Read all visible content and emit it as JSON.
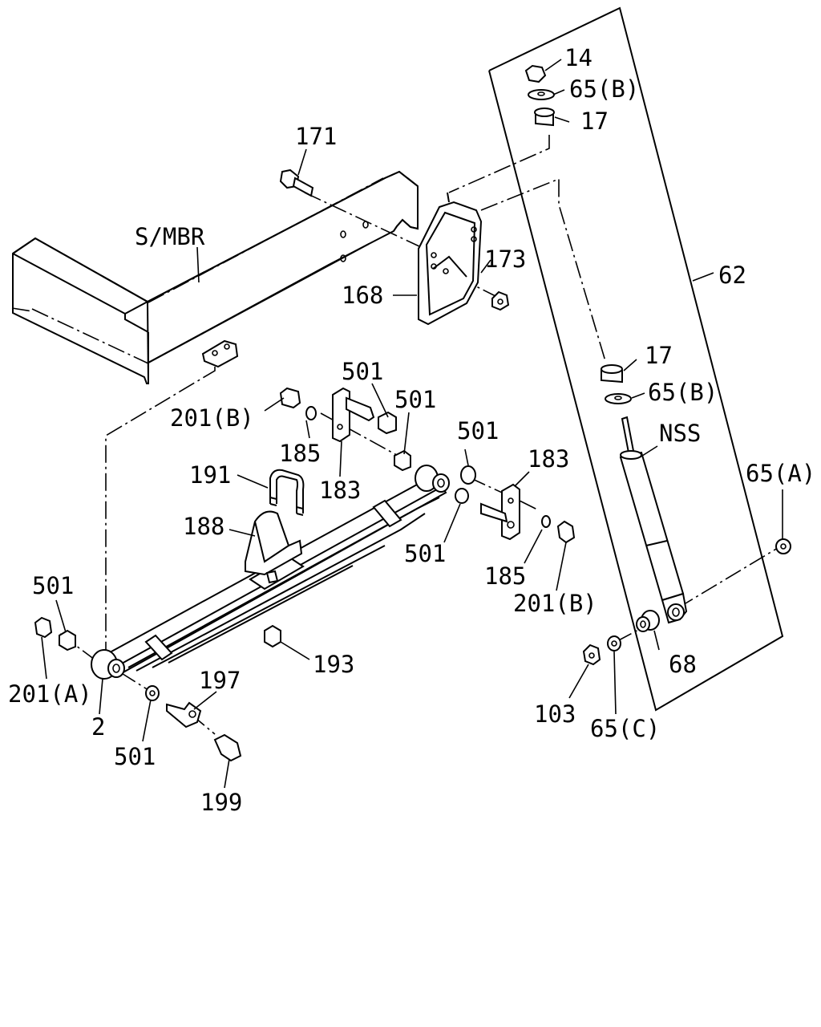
{
  "labels": {
    "s_mbr": "S/MBR",
    "p14": "14",
    "p65b_top": "65(B)",
    "p17_top": "17",
    "p171": "171",
    "p173": "173",
    "p62": "62",
    "p168": "168",
    "p17_mid": "17",
    "p65b_mid": "65(B)",
    "p501_a": "501",
    "p501_b": "501",
    "p201b_left": "201(B)",
    "p185_left": "185",
    "p183_left": "183",
    "p501_c": "501",
    "p183_right": "183",
    "nss": "NSS",
    "p65a": "65(A)",
    "p191": "191",
    "p188": "188",
    "p501_d": "501",
    "p185_right": "185",
    "p201b_right": "201(B)",
    "p501_left": "501",
    "p193": "193",
    "p68": "68",
    "p201a": "201(A)",
    "p197": "197",
    "p2": "2",
    "p103": "103",
    "p65c": "65(C)",
    "p501_bottom": "501",
    "p199": "199"
  }
}
